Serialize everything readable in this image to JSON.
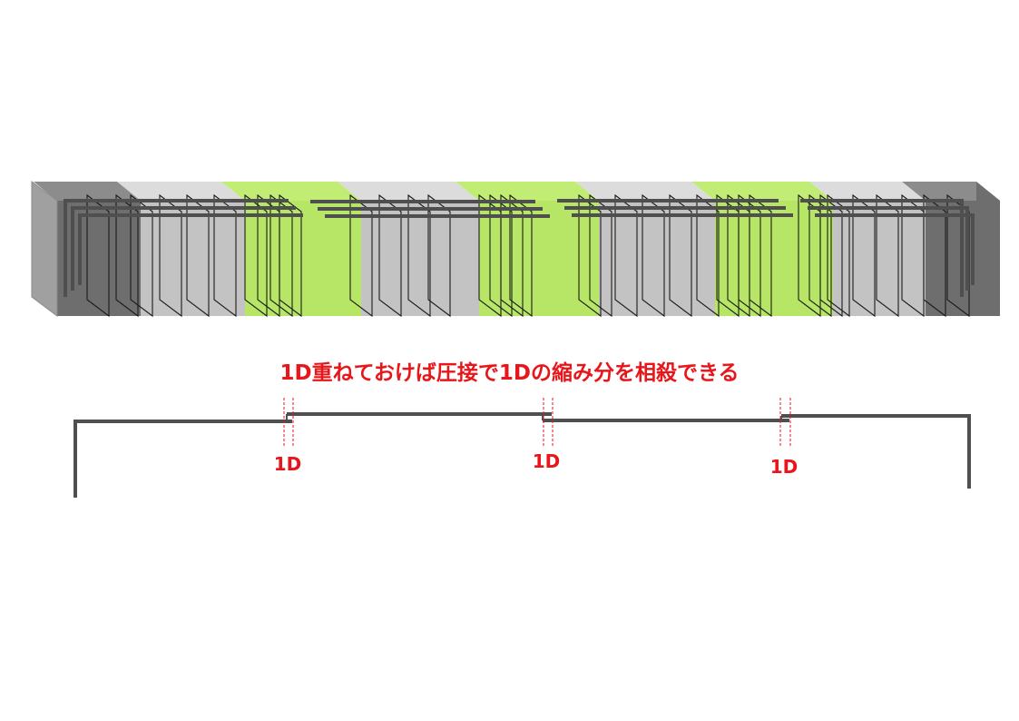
{
  "caption": "1D重ねておけば圧接で1Dの縮み分を相殺できる",
  "overlap_labels": [
    "1D",
    "1D",
    "1D"
  ],
  "colors": {
    "end_dark": "#6e6e6e",
    "end_dark_top": "#8c8c8c",
    "end_dark_face": "#a0a0a0",
    "gray_band": "#c3c3c3",
    "gray_band_top": "#dcdcdc",
    "green_band": "#b7e666",
    "green_band_top": "#c2ed75",
    "rebar": "#4f4f4f",
    "stirrup_outline": "#1a1a1a",
    "red": "#e8161b"
  }
}
